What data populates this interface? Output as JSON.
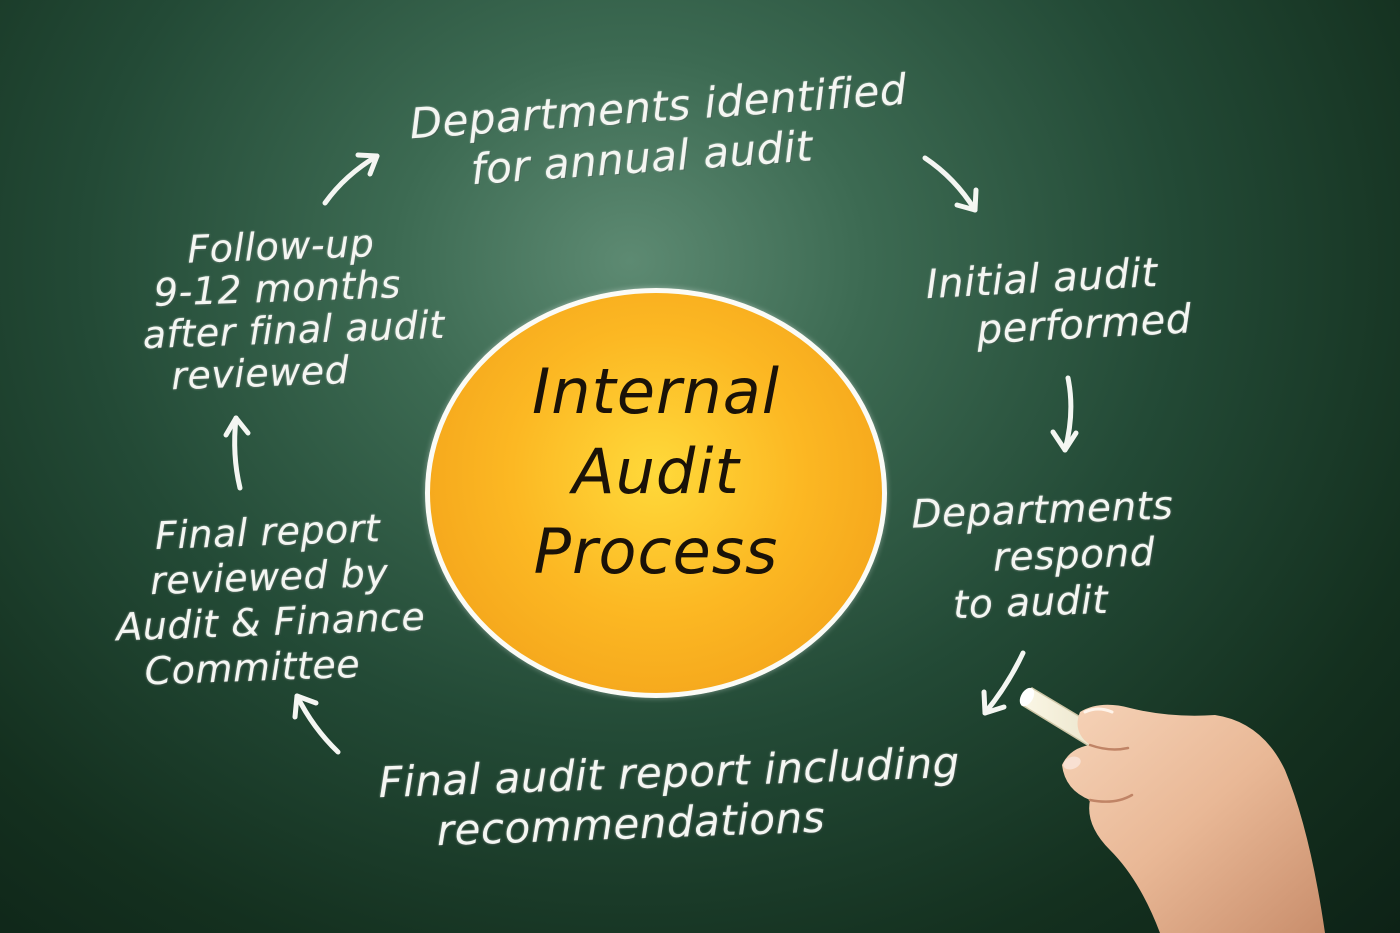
{
  "center": {
    "line1": "Internal",
    "line2": "Audit",
    "line3": "Process"
  },
  "steps": [
    {
      "id": "departments-identified",
      "lines": [
        "Departments identified",
        "for annual audit"
      ]
    },
    {
      "id": "initial-audit",
      "lines": [
        "Initial audit",
        "performed"
      ]
    },
    {
      "id": "departments-respond",
      "lines": [
        "Departments",
        "respond",
        "to audit"
      ]
    },
    {
      "id": "final-audit-report",
      "lines": [
        "Final audit report including",
        "recommendations"
      ]
    },
    {
      "id": "final-report-reviewed",
      "lines": [
        "Final report",
        "reviewed by",
        "Audit & Finance",
        "Committee"
      ]
    },
    {
      "id": "follow-up",
      "lines": [
        "Follow-up",
        "9-12 months",
        "after final audit",
        "reviewed"
      ]
    }
  ],
  "colors": {
    "board": "#234a36",
    "chalk": "#f4f6f2",
    "hub_fill": "#fcb823",
    "hub_outline": "#fbfbf6",
    "hub_text": "#1a1208"
  }
}
